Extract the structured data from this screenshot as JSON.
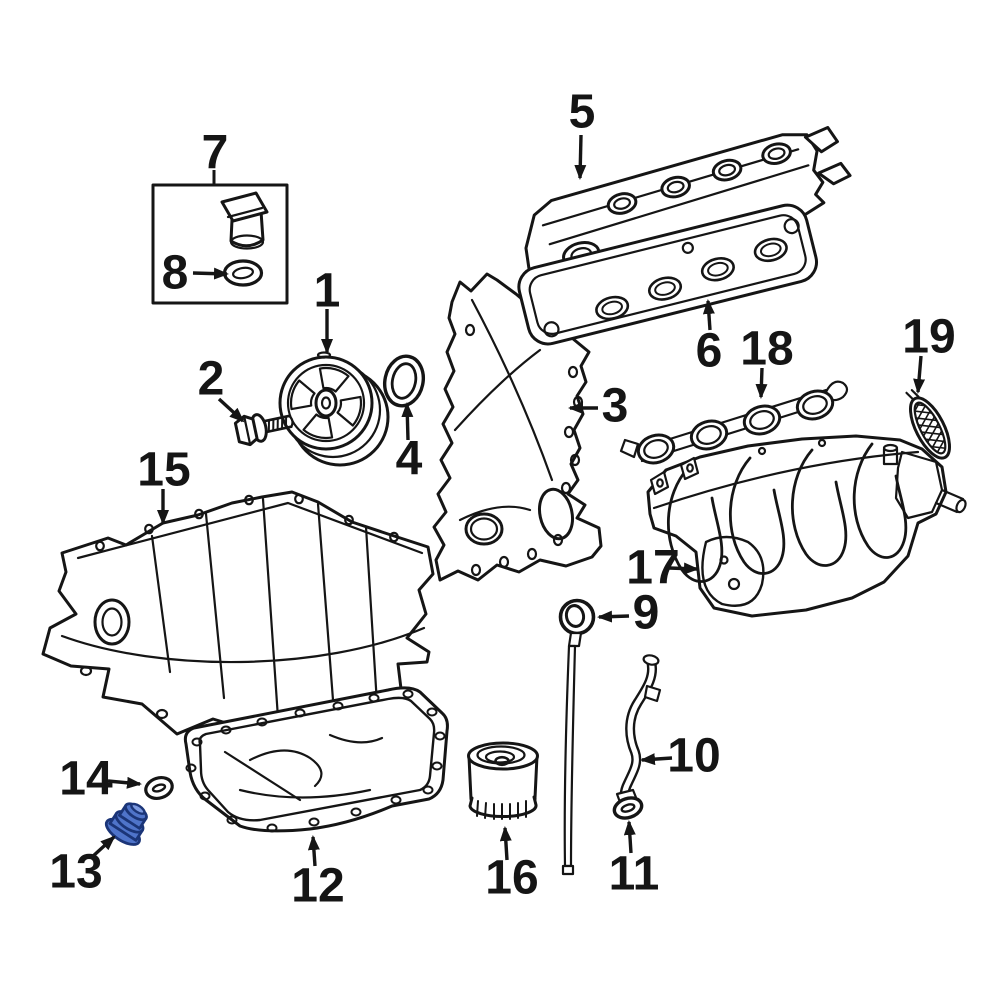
{
  "figure": {
    "type": "exploded-parts-diagram",
    "background_color": "#ffffff",
    "line_color": "#151515",
    "highlighted_callout": "13",
    "highlight_fill": "#4f74ca",
    "highlight_outline": "#1b3578",
    "callouts": [
      {
        "label": "1"
      },
      {
        "label": "2"
      },
      {
        "label": "3"
      },
      {
        "label": "4"
      },
      {
        "label": "5"
      },
      {
        "label": "6"
      },
      {
        "label": "7"
      },
      {
        "label": "8"
      },
      {
        "label": "9"
      },
      {
        "label": "10"
      },
      {
        "label": "11"
      },
      {
        "label": "12"
      },
      {
        "label": "13"
      },
      {
        "label": "14"
      },
      {
        "label": "15"
      },
      {
        "label": "16"
      },
      {
        "label": "17"
      },
      {
        "label": "18"
      },
      {
        "label": "19"
      }
    ]
  }
}
